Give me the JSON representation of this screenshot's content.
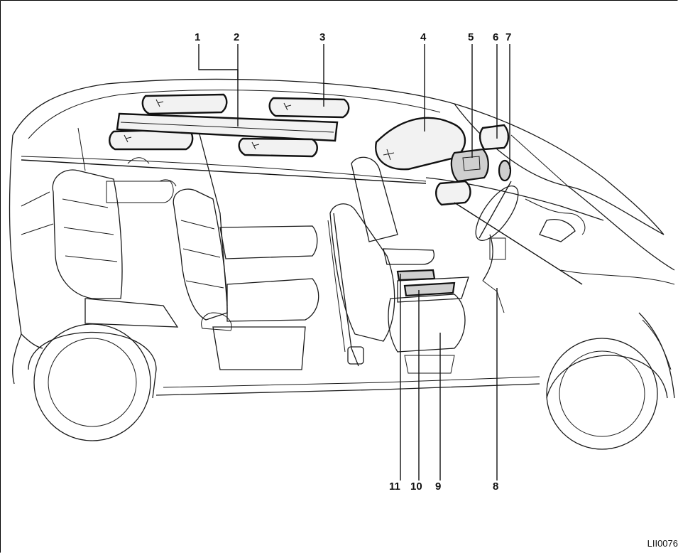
{
  "figure": {
    "callouts": [
      "1",
      "2",
      "3",
      "4",
      "5",
      "6",
      "7",
      "8",
      "9",
      "10",
      "11"
    ],
    "figure_code": "LII0076",
    "colors": {
      "line": "#111111",
      "background": "#ffffff"
    }
  }
}
